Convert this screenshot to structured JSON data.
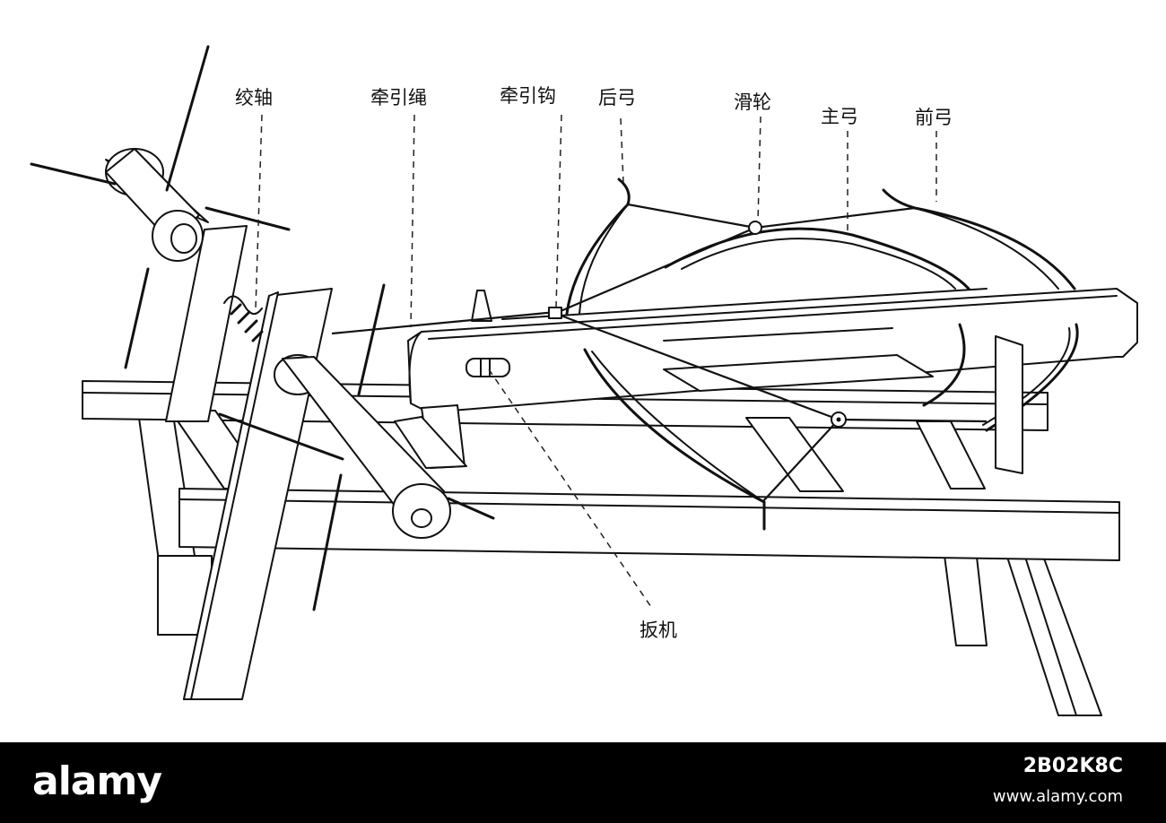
{
  "labels": {
    "winch_axle": "绞轴",
    "pull_rope": "牵引绳",
    "pull_hook": "牵引钩",
    "rear_bow": "后弓",
    "pulley": "滑轮",
    "main_bow": "主弓",
    "front_bow": "前弓",
    "trigger": "扳机"
  },
  "footer": {
    "brand": "alamy",
    "image_id": "2B02K8C",
    "site": "www.alamy.com"
  }
}
